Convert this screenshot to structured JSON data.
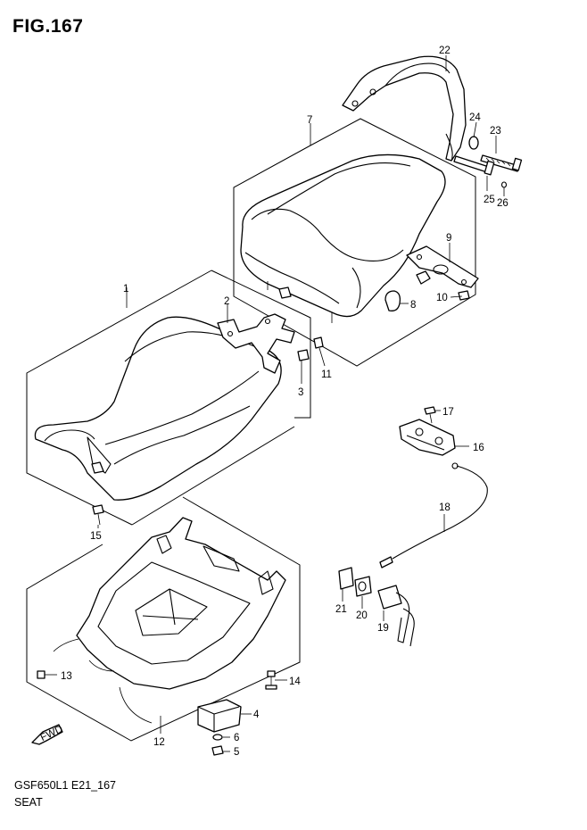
{
  "figure": {
    "title": "FIG.167",
    "code": "GSF650L1 E21_167",
    "name": "SEAT"
  },
  "fwd_label": "FWD",
  "callouts": [
    "1",
    "2",
    "3",
    "4",
    "5",
    "6",
    "7",
    "8",
    "9",
    "10",
    "11",
    "12",
    "13",
    "14",
    "15",
    "16",
    "17",
    "18",
    "19",
    "20",
    "21",
    "22",
    "23",
    "24",
    "25",
    "26"
  ]
}
